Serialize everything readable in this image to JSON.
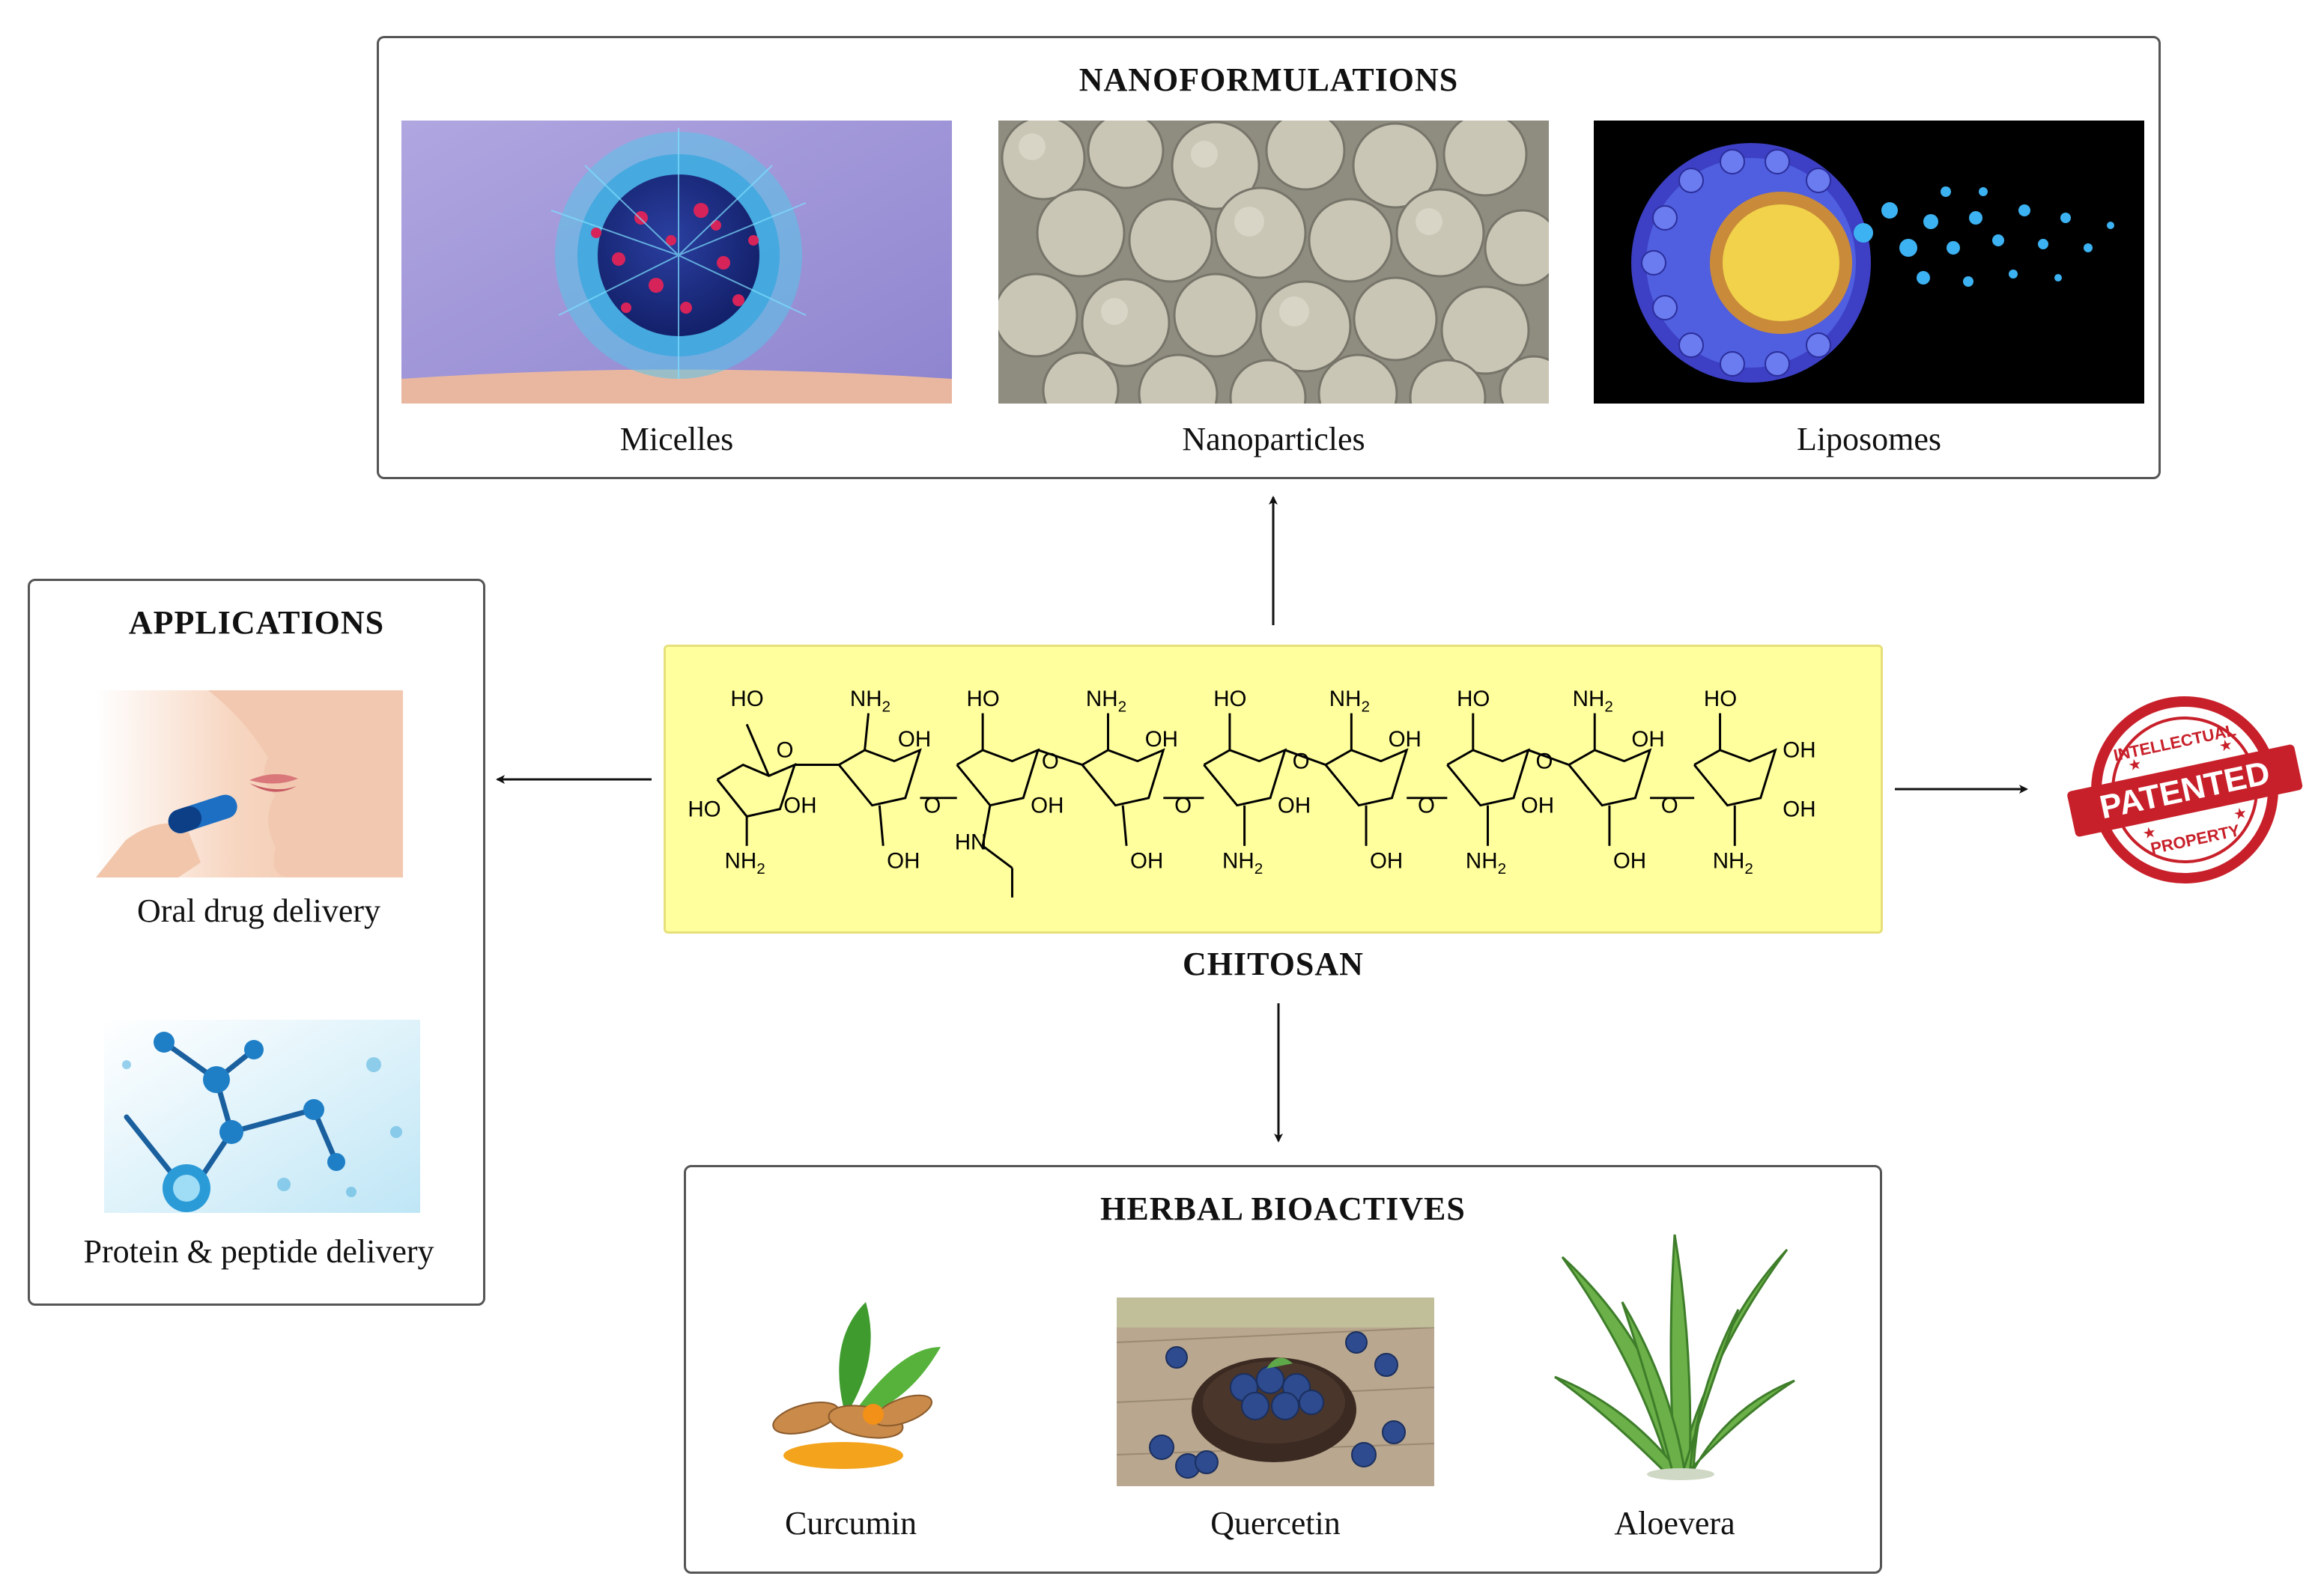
{
  "nanoformulations": {
    "title": "NANOFORMULATIONS",
    "items": [
      {
        "label": "Micelles"
      },
      {
        "label": "Nanoparticles"
      },
      {
        "label": "Liposomes"
      }
    ]
  },
  "applications": {
    "title": "APPLICATIONS",
    "items": [
      {
        "label": "Oral drug delivery"
      },
      {
        "label": "Protein & peptide delivery"
      }
    ]
  },
  "center": {
    "label": "CHITOSAN",
    "background_color": "#ffff9e"
  },
  "herbal": {
    "title": "HERBAL BIOACTIVES",
    "items": [
      {
        "label": "Curcumin"
      },
      {
        "label": "Quercetin"
      },
      {
        "label": "Aloevera"
      }
    ]
  },
  "stamp": {
    "main": "PATENTED",
    "top": "INTELLECTUAL",
    "bottom": "PROPERTY",
    "color": "#c8202a"
  },
  "chem": {
    "oh": "OH",
    "ho": "HO",
    "nh": "NH",
    "two": "2",
    "o": "O",
    "hn": "HN"
  }
}
